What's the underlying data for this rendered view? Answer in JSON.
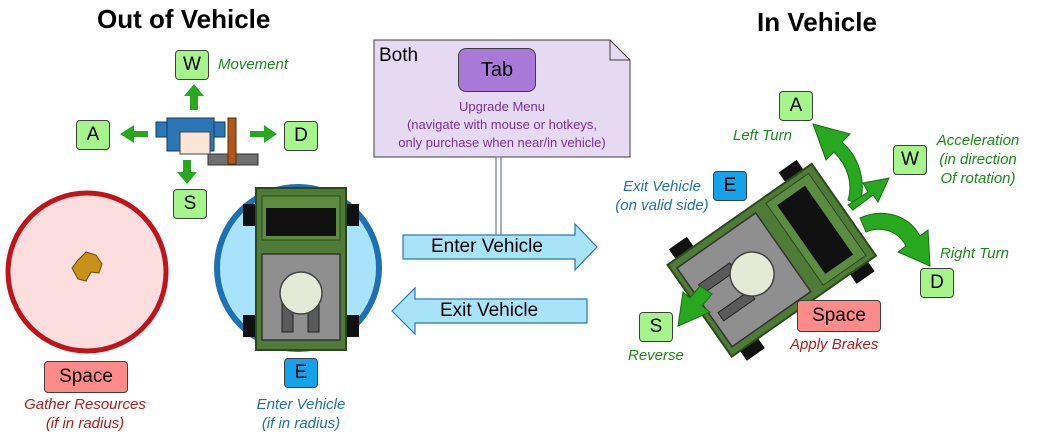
{
  "titles": {
    "left": "Out of Vehicle",
    "right": "In Vehicle"
  },
  "both_box": {
    "label": "Both",
    "key": "Tab",
    "caption_line1": "Upgrade Menu",
    "caption_line2": "(navigate with mouse or hotkeys,",
    "caption_line3": "only purchase when near/in vehicle)"
  },
  "transitions": {
    "enter": "Enter Vehicle",
    "exit": "Exit Vehicle"
  },
  "out_of_vehicle": {
    "keys": {
      "w": "W",
      "a": "A",
      "s": "S",
      "d": "D",
      "space": "Space",
      "e": "E"
    },
    "movement_caption": "Movement",
    "gather_line1": "Gather Resources",
    "gather_line2": "(if in radius)",
    "enter_line1": "Enter Vehicle",
    "enter_line2": "(if in radius)"
  },
  "in_vehicle": {
    "keys": {
      "a": "A",
      "w": "W",
      "d": "D",
      "s": "S",
      "e": "E",
      "space": "Space"
    },
    "left_turn": "Left Turn",
    "accel_line1": "Acceleration",
    "accel_line2": "(in direction",
    "accel_line3": "Of rotation)",
    "right_turn": "Right Turn",
    "reverse": "Reverse",
    "brakes": "Apply Brakes",
    "exit_line1": "Exit Vehicle",
    "exit_line2": "(on valid side)"
  },
  "colors": {
    "key_green": "#a6f58c",
    "key_blue": "#14a3ea",
    "key_red": "#ff8a8a",
    "key_purple": "#a879d6",
    "arrow_green": "#27a81f",
    "vehicle_green": "#4f7a37",
    "transition_arrow": "#a8e4f8",
    "resource_circle": "#c0141b"
  }
}
